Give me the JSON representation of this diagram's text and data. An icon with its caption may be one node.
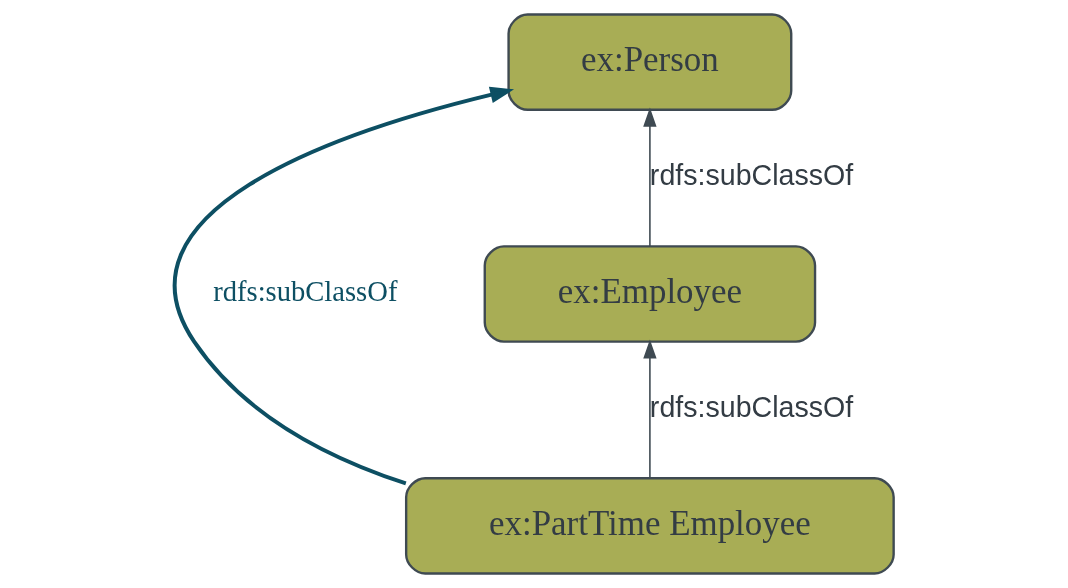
{
  "diagram": {
    "nodes": [
      {
        "text": [
          "ex:Person"
        ]
      },
      {
        "text": [
          "ex:Employee"
        ]
      },
      {
        "text": [
          "ex:PartTime Employee"
        ]
      }
    ],
    "edges": [
      {
        "from": 1,
        "to": 0,
        "arrow": "to",
        "label": "rdfs:subClassOf"
      },
      {
        "from": 2,
        "to": 1,
        "arrow": "to",
        "label": "rdfs:subClassOf"
      },
      {
        "from": 2,
        "to": 0,
        "arrow": "to",
        "label": "rdfs:subClassOf",
        "color": "#0d4f63",
        "style": "thick"
      }
    ]
  }
}
